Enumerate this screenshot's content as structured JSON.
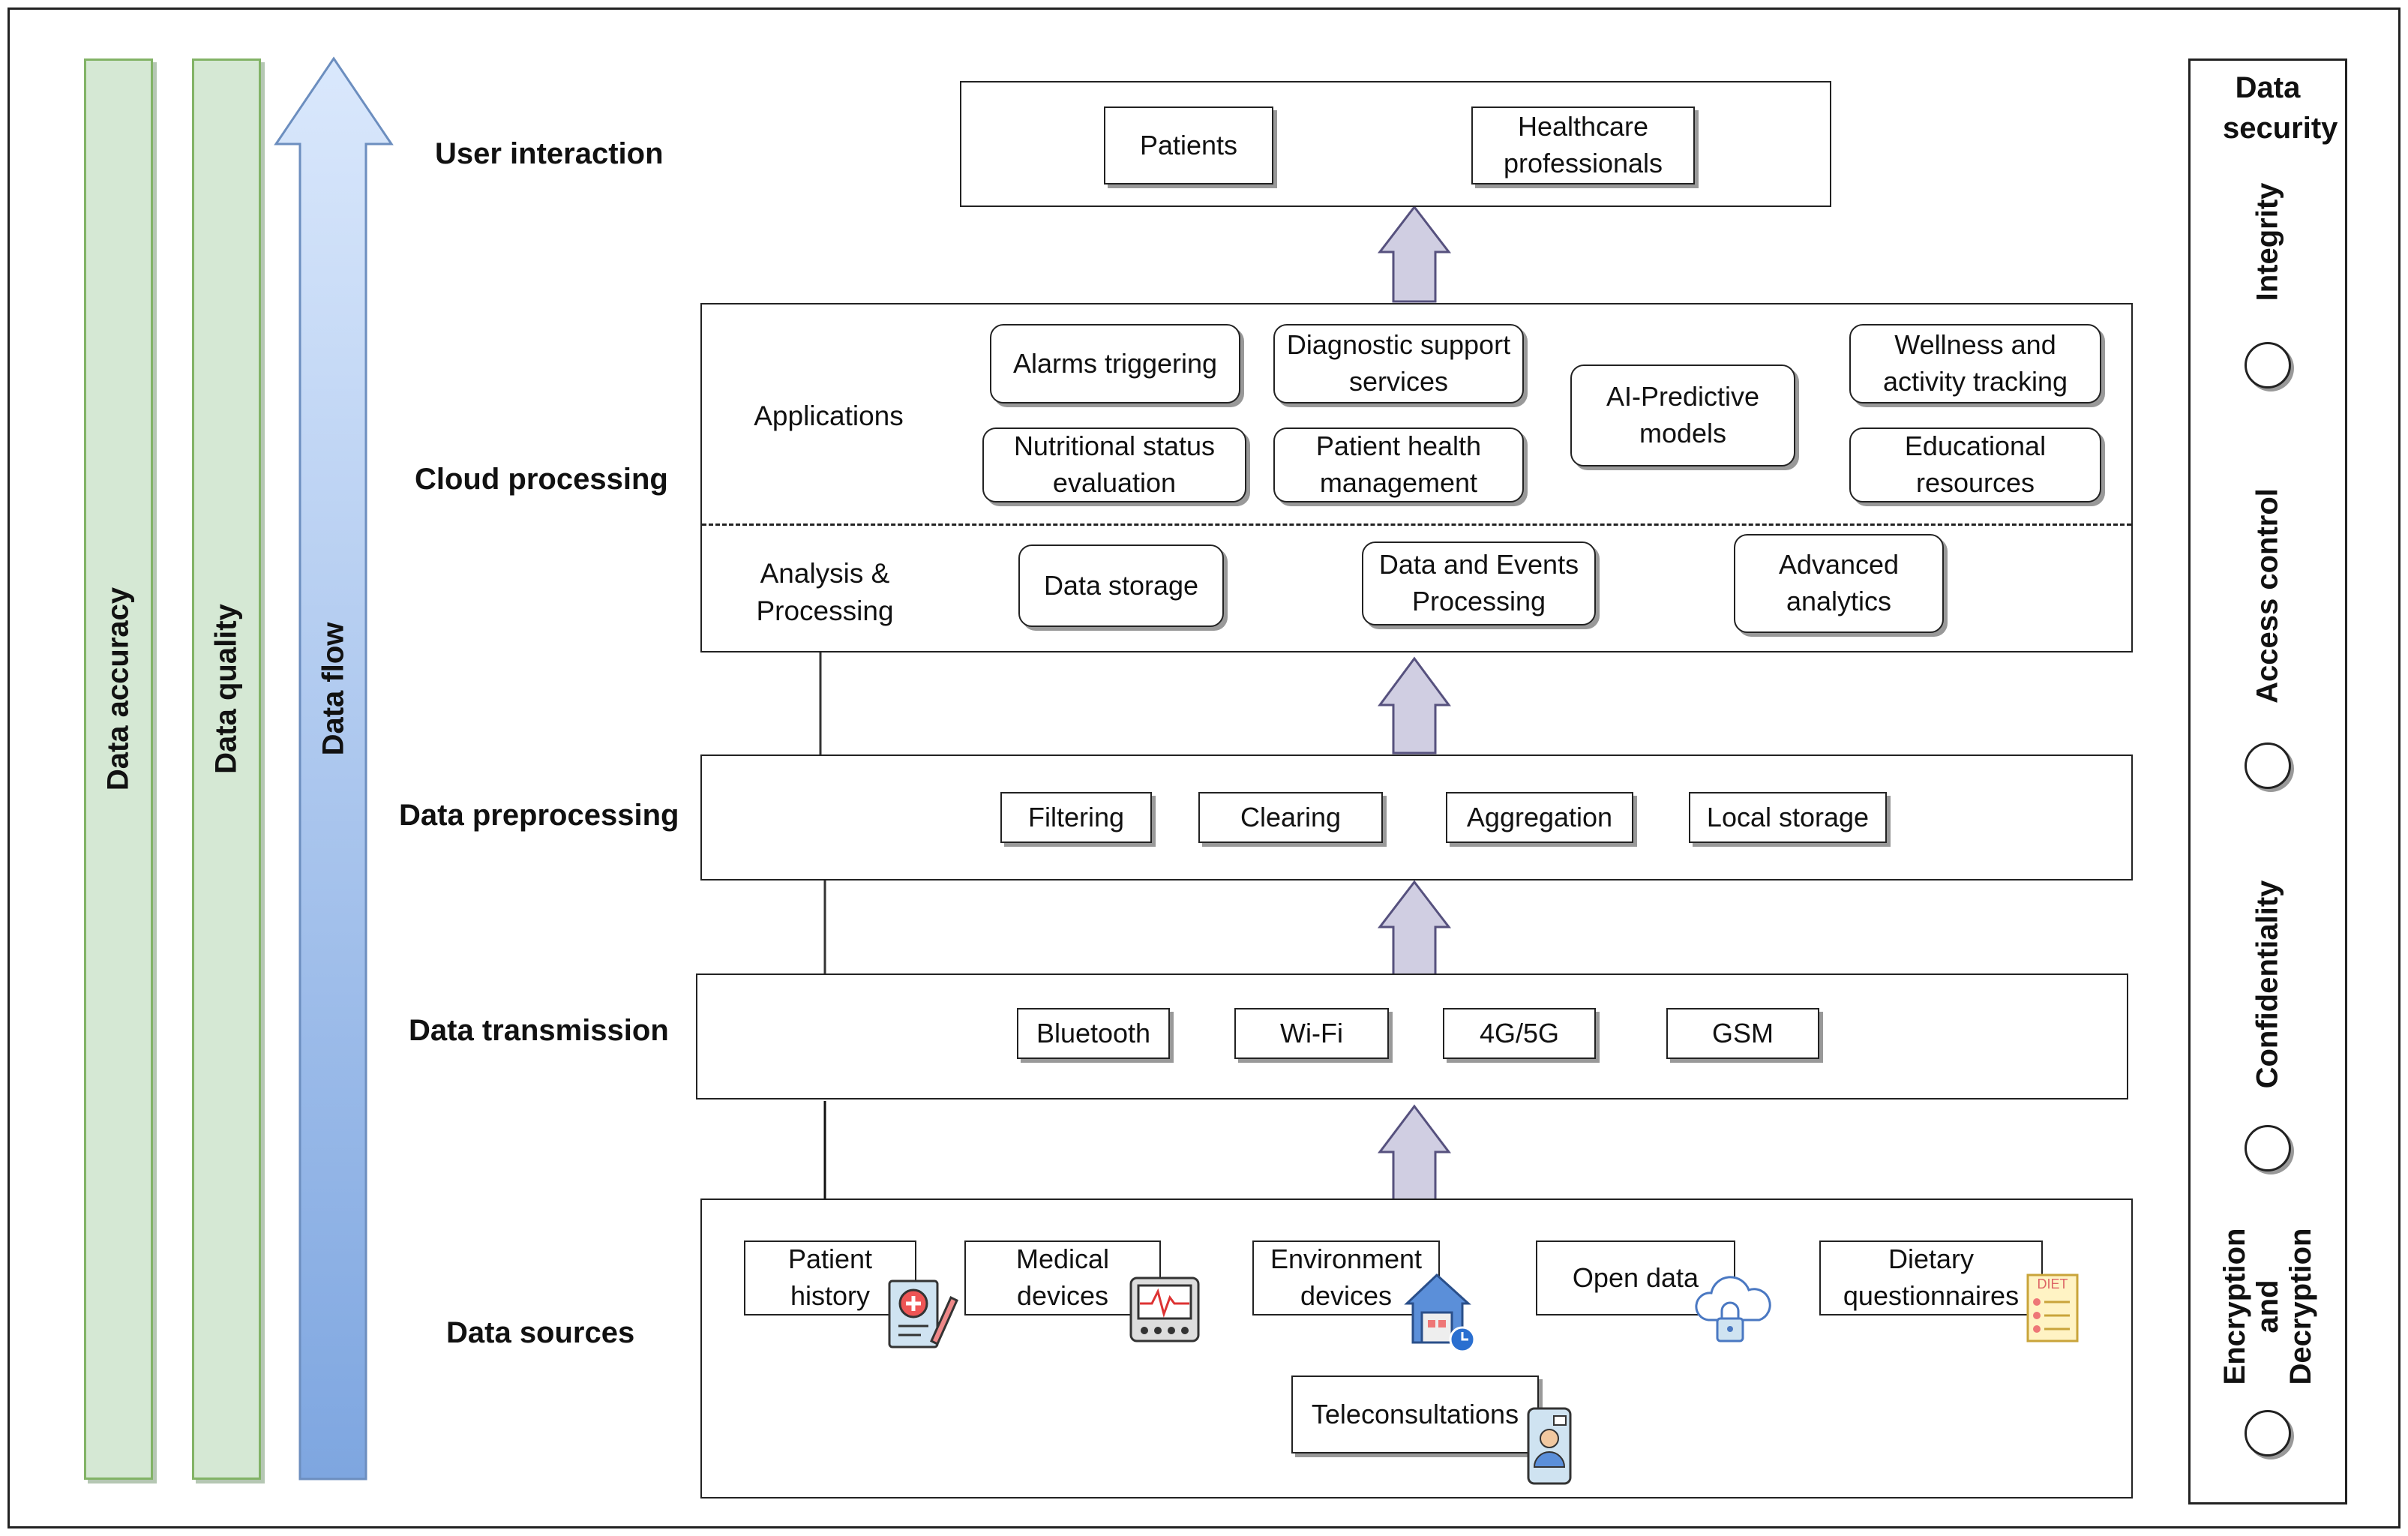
{
  "sidebars": {
    "accuracy": "Data accuracy",
    "quality": "Data quality",
    "flow": "Data flow"
  },
  "layers": {
    "user_interaction": "User interaction",
    "cloud_processing": "Cloud processing",
    "data_preprocessing": "Data preprocessing",
    "data_transmission": "Data transmission",
    "data_sources": "Data sources"
  },
  "user_interaction": {
    "patients": "Patients",
    "healthcare_professionals": "Healthcare professionals"
  },
  "cloud": {
    "applications_label": "Applications",
    "analysis_label": "Analysis & Processing",
    "apps": {
      "alarms": "Alarms triggering",
      "diagnostic": "Diagnostic support services",
      "ai_models": "AI-Predictive models",
      "wellness": "Wellness and activity tracking",
      "nutritional": "Nutritional status evaluation",
      "patient_health": "Patient health management",
      "educational": "Educational resources"
    },
    "analysis": {
      "storage": "Data storage",
      "events": "Data and Events Processing",
      "advanced": "Advanced analytics"
    }
  },
  "preprocessing": {
    "filtering": "Filtering",
    "clearing": "Clearing",
    "aggregation": "Aggregation",
    "local_storage": "Local storage"
  },
  "transmission": {
    "bluetooth": "Bluetooth",
    "wifi": "Wi-Fi",
    "cellular": "4G/5G",
    "gsm": "GSM"
  },
  "sources": {
    "patient_history": "Patient history",
    "medical_devices": "Medical devices",
    "environment_devices": "Environment devices",
    "open_data": "Open data",
    "dietary": "Dietary questionnaires",
    "teleconsultations": "Teleconsultations",
    "diet_icon_text": "DIET"
  },
  "security": {
    "title": "Data security",
    "integrity": "Integrity",
    "access_control": "Access control",
    "confidentiality": "Confidentiality",
    "encryption": "Encryption and Decryption"
  },
  "colors": {
    "green_fill": "#d5e8d4",
    "green_border": "#82b366",
    "flow_top": "#dae8fc",
    "flow_bottom": "#7ea6e0",
    "arrow_fill": "#d0cee2",
    "arrow_border": "#56517e"
  }
}
